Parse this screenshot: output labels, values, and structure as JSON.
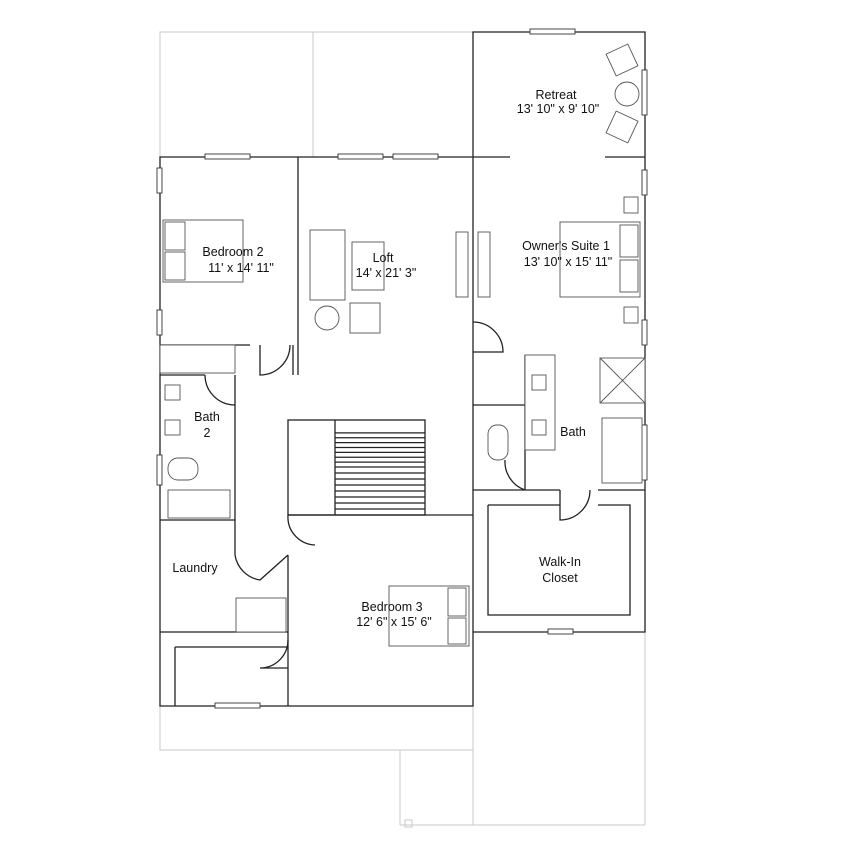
{
  "rooms": {
    "retreat": {
      "name": "Retreat",
      "size": "13' 10\" x 9' 10\""
    },
    "bedroom2": {
      "name": "Bedroom 2",
      "size": "11' x 14' 11\""
    },
    "loft": {
      "name": "Loft",
      "size": "14' x 21' 3\""
    },
    "owners_suite": {
      "name": "Owner's Suite 1",
      "size": "13' 10\" x 15' 11\""
    },
    "bath2": {
      "name": "Bath",
      "number": "2"
    },
    "bath": {
      "name": "Bath"
    },
    "laundry": {
      "name": "Laundry"
    },
    "walkin": {
      "line1": "Walk-In",
      "line2": "Closet"
    },
    "bedroom3": {
      "name": "Bedroom 3",
      "size": "12' 6\" x 15' 6\""
    }
  }
}
